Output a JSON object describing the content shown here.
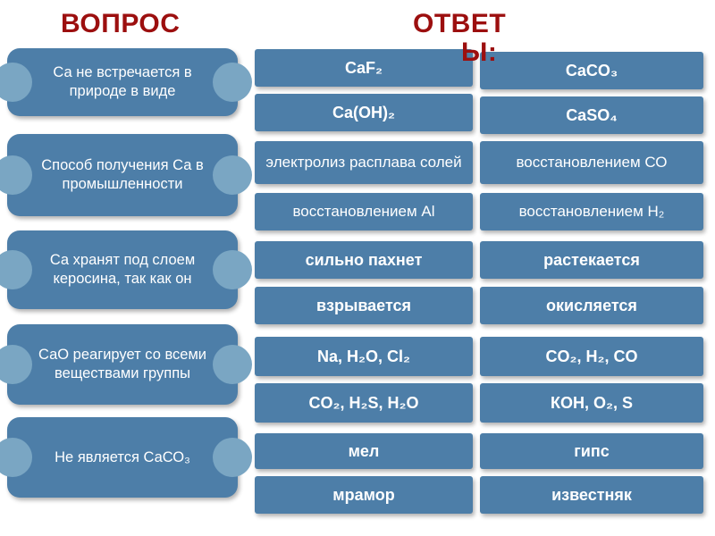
{
  "slide": {
    "questions_title": "ВОПРОС",
    "answers_title_line1": "ОТВЕТ",
    "answers_title_line2": "Ы:",
    "title_color": "#9c0f0f",
    "box_color": "#4d7ea8",
    "connector_color": "#7aa6c3",
    "text_color": "#ffffff"
  },
  "questions": [
    "Са не встречается в природе в виде",
    "Способ получения Са  в промышленности",
    "Са хранят под слоем керосина, так как он",
    "СаО реагирует со всеми веществами группы",
    "Не является СаСО₃"
  ],
  "answers": [
    {
      "left": "CaF₂",
      "right": "CaCO₃"
    },
    {
      "left": "Ca(OH)₂",
      "right": "CaSO₄"
    },
    {
      "left": "электролиз расплава солей",
      "right": "восстановлением СО"
    },
    {
      "left": "восстановлением Al",
      "right": "восстановлением H₂"
    },
    {
      "left": "сильно пахнет",
      "right": "растекается"
    },
    {
      "left": "взрывается",
      "right": "окисляется"
    },
    {
      "left": "Na, H₂O, Cl₂",
      "right": "CO₂, H₂, CO"
    },
    {
      "left": "CO₂, H₂S, H₂O",
      "right": "КОН, O₂, S"
    },
    {
      "left": "мел",
      "right": "гипс"
    },
    {
      "left": "мрамор",
      "right": "известняк"
    }
  ]
}
